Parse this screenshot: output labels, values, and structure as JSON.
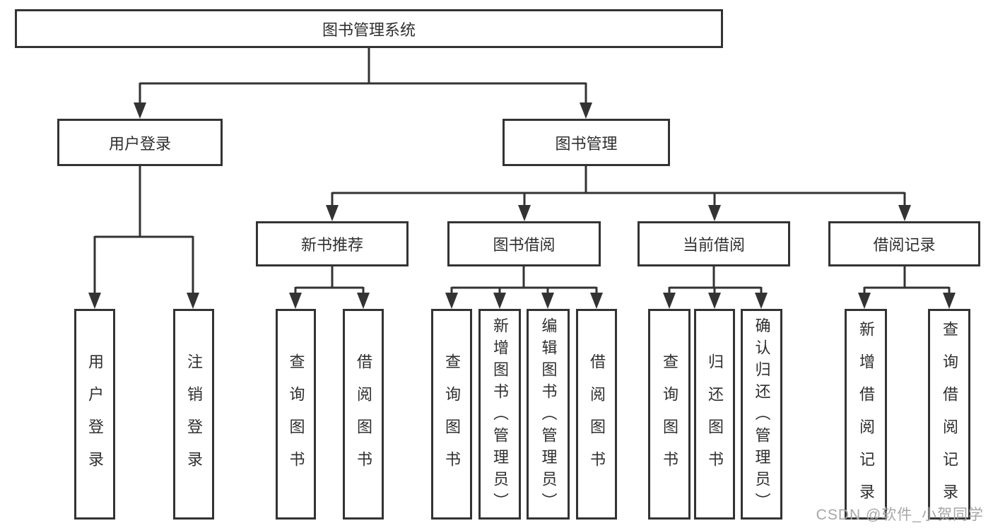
{
  "diagram_title": "图书管理系统",
  "tree": {
    "root": {
      "label": "图书管理系统",
      "children": [
        {
          "label": "用户登录",
          "children": [
            {
              "label": "用户登录"
            },
            {
              "label": "注销登录"
            }
          ]
        },
        {
          "label": "图书管理",
          "children": [
            {
              "label": "新书推荐",
              "children": [
                {
                  "label": "查询图书"
                },
                {
                  "label": "借阅图书"
                }
              ]
            },
            {
              "label": "图书借阅",
              "children": [
                {
                  "label": "查询图书"
                },
                {
                  "label": "新增图书（管理员）"
                },
                {
                  "label": "编辑图书（管理员）"
                },
                {
                  "label": "借阅图书"
                }
              ]
            },
            {
              "label": "当前借阅",
              "children": [
                {
                  "label": "查询图书"
                },
                {
                  "label": "归还图书"
                },
                {
                  "label": "确认归还（管理员）"
                }
              ]
            },
            {
              "label": "借阅记录",
              "children": [
                {
                  "label": "新增借阅记录"
                },
                {
                  "label": "查询借阅记录"
                }
              ]
            }
          ]
        }
      ]
    }
  },
  "watermark": {
    "text": "CSDN @软件_小贺同学"
  },
  "colors": {
    "line": "#333333",
    "text": "#2f2f2f",
    "watermark": "#a6a6a6",
    "page_bg": "#ffffff"
  }
}
